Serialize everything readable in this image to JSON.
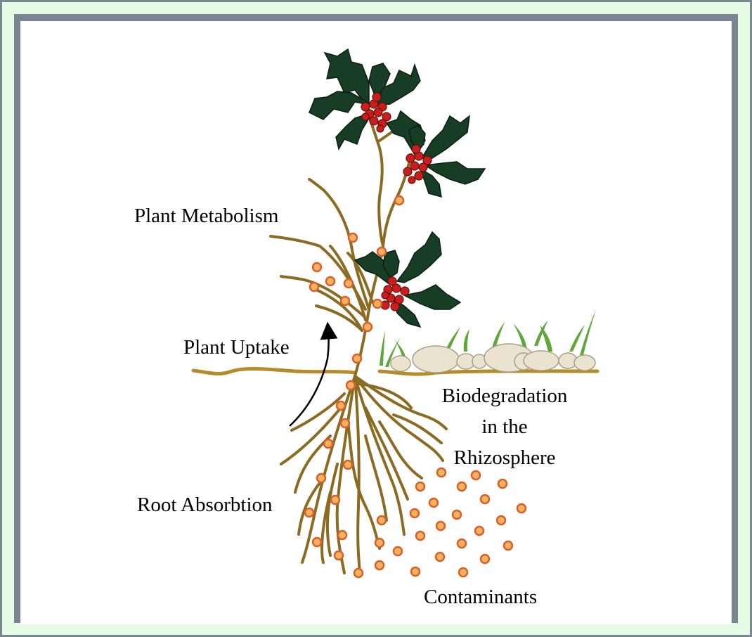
{
  "labels": {
    "plant_metabolism": "Plant Metabolism",
    "plant_uptake": "Plant Uptake",
    "root_absorption": "Root Absorbtion",
    "biodegradation_line1": "Biodegradation",
    "biodegradation_line2": "in the",
    "biodegradation_line3": "Rhizosphere",
    "contaminants": "Contaminants"
  },
  "colors": {
    "stem": "#8b6a22",
    "leaf": "#173d25",
    "berry": "#c91f1c",
    "contaminant_fill": "#f4b261",
    "contaminant_stroke": "#d8602a",
    "soil_line": "#b58b2c",
    "grass": "#5ea83a",
    "rock": "#e9e3cf",
    "frame": "#7a8591",
    "frame_inner": "#e6fbe3"
  }
}
